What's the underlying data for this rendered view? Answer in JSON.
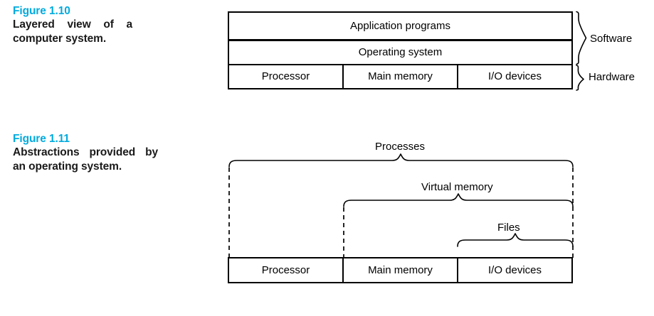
{
  "figures": [
    {
      "id": "figure-1-10",
      "title": "Figure 1.10",
      "caption_line1": "Layered view of a",
      "caption_line2": "computer system.",
      "layers": [
        {
          "label": "Application programs"
        },
        {
          "label": "Operating system"
        }
      ],
      "hardware_cells": [
        "Processor",
        "Main memory",
        "I/O devices"
      ],
      "braces": [
        {
          "label": "Software"
        },
        {
          "label": "Hardware"
        }
      ]
    },
    {
      "id": "figure-1-11",
      "title": "Figure 1.11",
      "caption_line1": "Abstractions provided by",
      "caption_line2": "an operating system.",
      "spans": [
        {
          "label": "Processes"
        },
        {
          "label": "Virtual memory"
        },
        {
          "label": "Files"
        }
      ],
      "hardware_cells": [
        "Processor",
        "Main memory",
        "I/O devices"
      ]
    }
  ],
  "colors": {
    "heading": "#00aade",
    "text": "#1a1a1a",
    "line": "#000000",
    "background": "#ffffff"
  }
}
